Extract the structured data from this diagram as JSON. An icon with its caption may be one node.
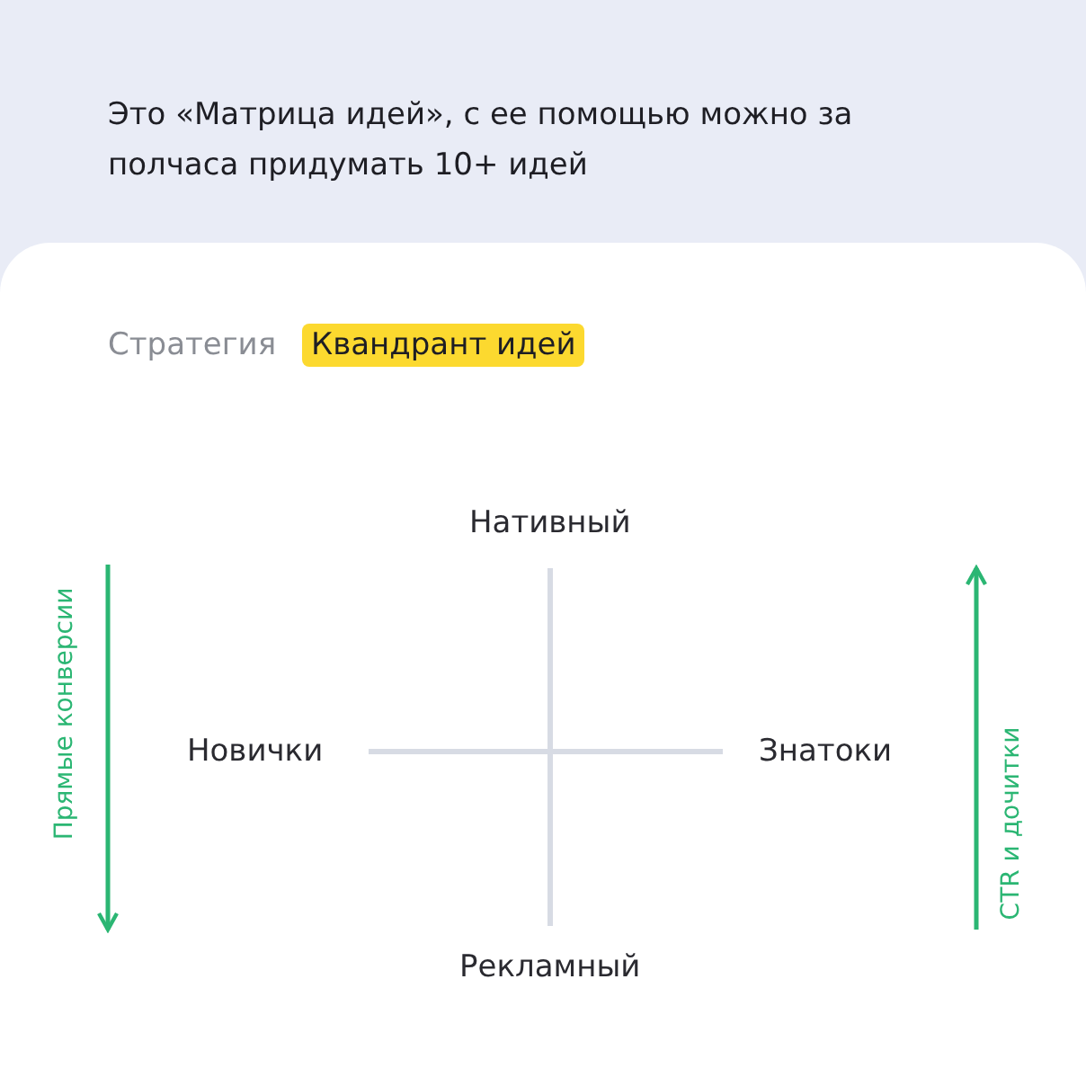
{
  "diagram": {
    "title": "Это «Матрица идей», с ее помощью можно за полчаса придумать 10+ идей",
    "nodes": [
      {
        "text": [
          "Квандрант идей"
        ]
      }
    ],
    "labels": [
      "Стратегия",
      "Нативный",
      "Новички",
      "Знатоки",
      "Рекламный",
      "Прямые конверсии",
      "CTR и дочитки"
    ]
  }
}
